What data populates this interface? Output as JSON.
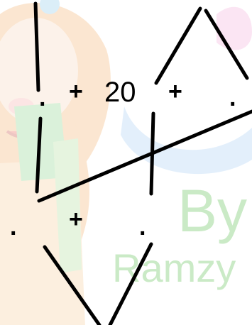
{
  "background": {
    "watermark_line1": "By",
    "watermark_line2": "Ramzy",
    "watermark_color": "#b9e3b4"
  },
  "puzzle": {
    "top_row": {
      "left_blank": ".",
      "plus_1": "+",
      "number": "20",
      "plus_2": "+",
      "right_blank": "."
    },
    "bottom_row": {
      "left_blank": ".",
      "plus": "+",
      "right_blank": "."
    },
    "line_color": "#000000"
  }
}
